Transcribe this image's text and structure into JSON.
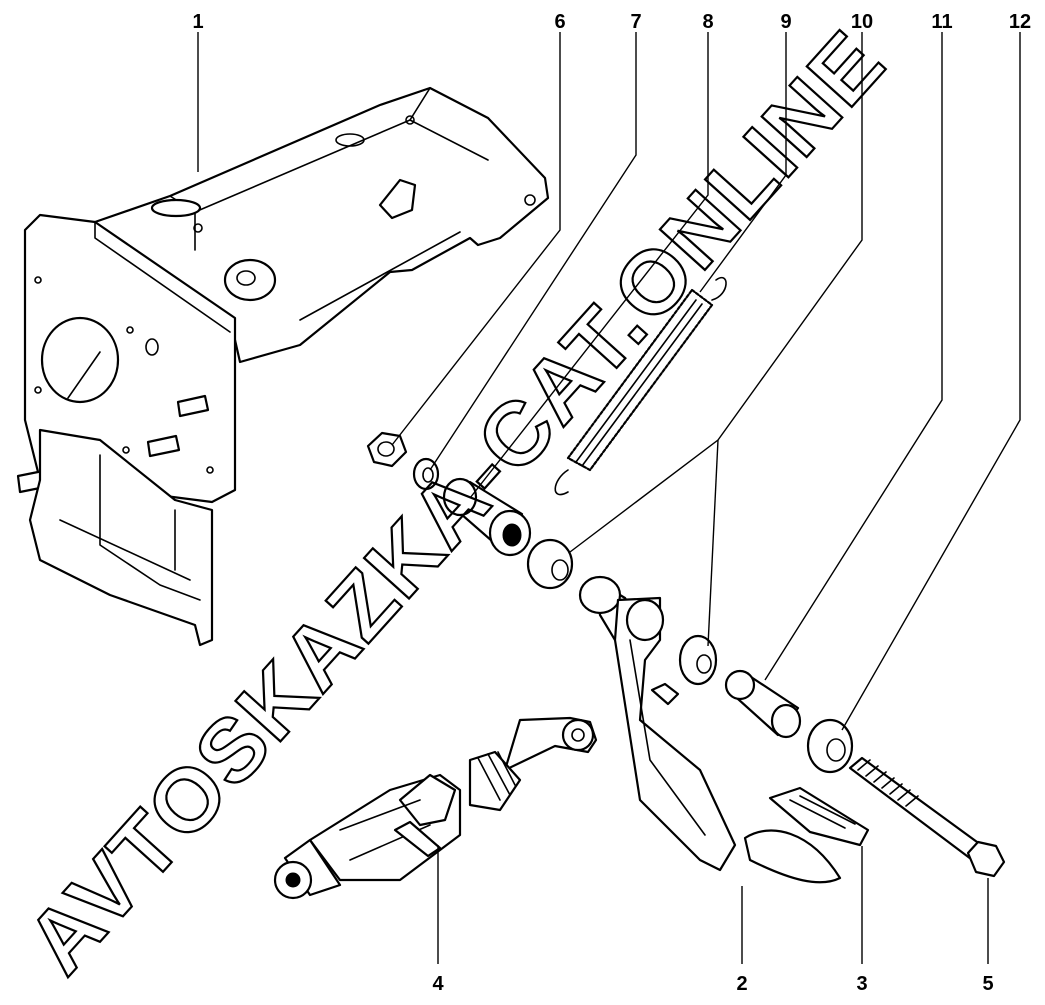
{
  "callouts": [
    {
      "id": "1",
      "label": "1"
    },
    {
      "id": "6",
      "label": "6"
    },
    {
      "id": "7",
      "label": "7"
    },
    {
      "id": "8",
      "label": "8"
    },
    {
      "id": "9",
      "label": "9"
    },
    {
      "id": "10",
      "label": "10"
    },
    {
      "id": "11",
      "label": "11"
    },
    {
      "id": "12",
      "label": "12"
    },
    {
      "id": "4",
      "label": "4"
    },
    {
      "id": "2",
      "label": "2"
    },
    {
      "id": "3",
      "label": "3"
    },
    {
      "id": "5",
      "label": "5"
    }
  ],
  "watermark": {
    "text": "AVTOSKAZKA-CAT.ONLINE"
  },
  "colors": {
    "line": "#000000",
    "background": "#ffffff"
  }
}
